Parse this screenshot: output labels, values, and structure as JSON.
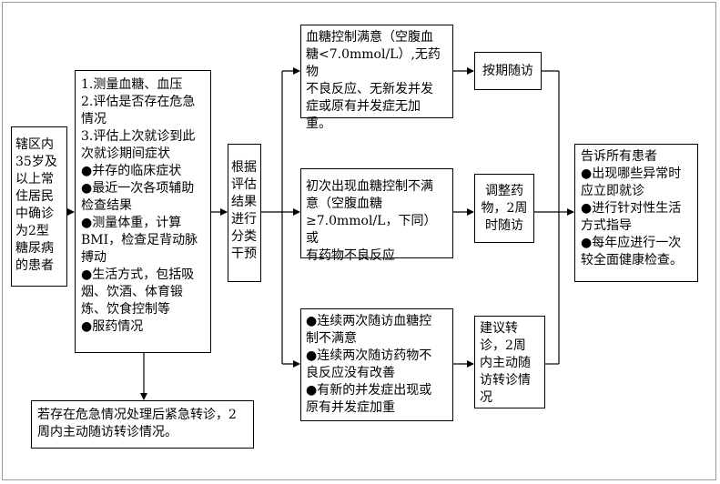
{
  "target": {
    "lines": [
      "辖区内",
      "35岁及",
      "以上常",
      "住居民",
      "中确诊",
      "为2型",
      "糖尿病",
      "的患者"
    ]
  },
  "assessment": {
    "lines": [
      "1.测量血糖、血压",
      "2.评估是否存在危急",
      "情况",
      "3.评估上次就诊到此",
      "次就诊期间症状",
      "●并存的临床症状",
      "●最近一次各项辅助",
      "检查结果",
      "●测量体重，计算",
      "BMI，检查足背动脉",
      "搏动",
      "●生活方式，包括吸",
      "烟、饮酒、体育锻",
      "炼、饮食控制等",
      "●服药情况"
    ]
  },
  "classify": {
    "lines": [
      "根据",
      "评估",
      "结果",
      "进行",
      "分类",
      "干预"
    ]
  },
  "emergency": {
    "lines": [
      "若存在危急情况处理后紧急转诊，2",
      "周内主动随访转诊情况。"
    ]
  },
  "cond_satisfied": {
    "lines": [
      "血糖控制满意（空腹血",
      "糖<7.0mmol/L）,无药物",
      "不良反应、无新发并发",
      "症或原有并发症无加",
      "重。"
    ]
  },
  "cond_first_unsatisfied": {
    "lines": [
      "初次出现血糖控制不满",
      "意（空腹血糖",
      "≥7.0mmol/L，下同）或",
      "有药物不良反应"
    ]
  },
  "cond_consecutive": {
    "lines": [
      "●连续两次随访血糖控",
      "制不满意",
      "●连续两次随访药物不",
      "良反应没有改善",
      "●有新的并发症出现或",
      "原有并发症加重"
    ]
  },
  "action_regular": {
    "lines": [
      "按期随访"
    ]
  },
  "action_adjust": {
    "lines": [
      "调整药",
      "物，2周",
      "时随访"
    ]
  },
  "action_referral": {
    "lines": [
      "建议转",
      "诊，2周",
      "内主动随",
      "访转诊情",
      "况"
    ]
  },
  "inform_all": {
    "lines": [
      "告诉所有患者",
      "●出现哪些异常时",
      "应立即就诊",
      "●进行针对性生活",
      "方式指导",
      "●每年应进行一次",
      "较全面健康检查。"
    ]
  }
}
